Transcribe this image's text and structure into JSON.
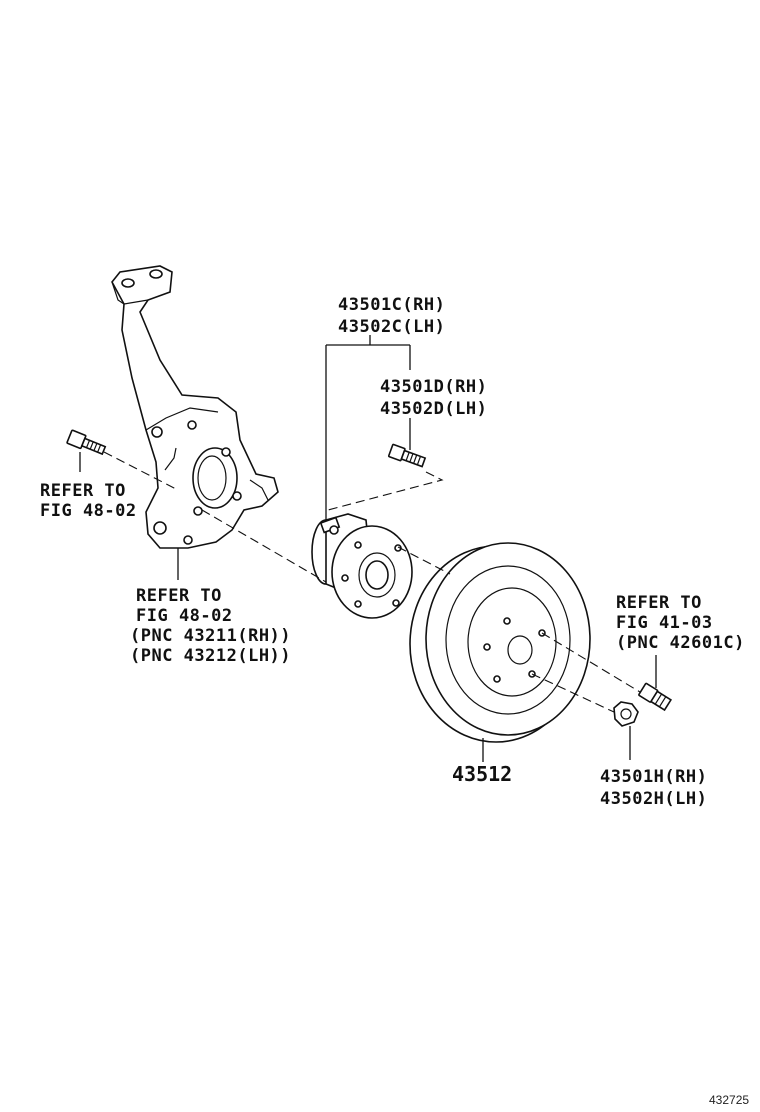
{
  "labels": {
    "hub_rh": "43501C(RH)",
    "hub_lh": "43502C(LH)",
    "bolt_rh": "43501D(RH)",
    "bolt_lh": "43502D(LH)",
    "refer_left_1": "REFER TO",
    "refer_left_2": "FIG 48-02",
    "knuckle_refer_1": "REFER TO",
    "knuckle_refer_2": "FIG 48-02",
    "knuckle_pnc_rh": "(PNC 43211(RH))",
    "knuckle_pnc_lh": "(PNC 43212(LH))",
    "rotor": "43512",
    "refer_right_1": "REFER TO",
    "refer_right_2": "FIG 41-03",
    "refer_right_pnc": "(PNC 42601C)",
    "nut_rh": "43501H(RH)",
    "nut_lh": "43502H(LH)"
  },
  "diagram_code": "432725"
}
